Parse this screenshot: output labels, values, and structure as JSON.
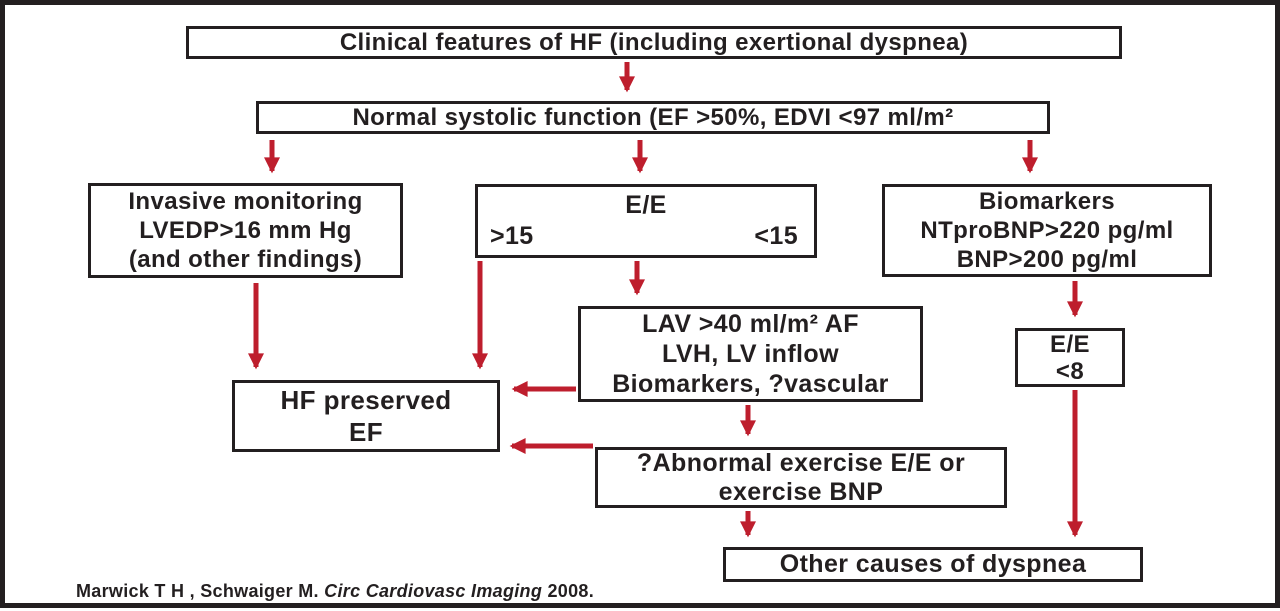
{
  "colors": {
    "arrow": "#be1e2d",
    "border": "#231f20",
    "background": "#ffffff",
    "text": "#231f20"
  },
  "nodes": {
    "clinical": {
      "text": "Clinical features of HF (including exertional dyspnea)"
    },
    "normal_systolic": {
      "text": "Normal systolic function (EF >50%, EDVI <97 ml/m²"
    },
    "invasive": {
      "lines": [
        "Invasive monitoring",
        "LVEDP>16 mm Hg",
        "(and other findings)"
      ]
    },
    "ee_ratio": {
      "title": "E/E",
      "left_value": ">15",
      "right_value": "<15"
    },
    "biomarkers": {
      "lines": [
        "Biomarkers",
        "NTproBNP>220 pg/ml",
        "BNP>200 pg/ml"
      ]
    },
    "lav": {
      "lines": [
        "LAV >40 ml/m² AF",
        "LVH, LV inflow",
        "Biomarkers, ?vascular"
      ]
    },
    "ee_low": {
      "lines": [
        "E/E",
        "<8"
      ]
    },
    "hf_preserved": {
      "lines": [
        "HF preserved",
        "EF"
      ]
    },
    "abnormal_exercise": {
      "lines": [
        "?Abnormal exercise E/E or",
        "exercise BNP"
      ]
    },
    "other_causes": {
      "text": "Other causes of dyspnea"
    }
  },
  "edges": [
    {
      "from": "clinical",
      "to": "normal_systolic"
    },
    {
      "from": "normal_systolic",
      "to": "invasive"
    },
    {
      "from": "normal_systolic",
      "to": "ee_ratio"
    },
    {
      "from": "normal_systolic",
      "to": "biomarkers"
    },
    {
      "from": "invasive",
      "to": "hf_preserved"
    },
    {
      "from": "ee_ratio_gt15",
      "to": "hf_preserved"
    },
    {
      "from": "ee_ratio",
      "to": "lav"
    },
    {
      "from": "biomarkers",
      "to": "ee_low"
    },
    {
      "from": "lav",
      "to": "hf_preserved"
    },
    {
      "from": "lav",
      "to": "abnormal_exercise"
    },
    {
      "from": "abnormal_exercise",
      "to": "hf_preserved"
    },
    {
      "from": "abnormal_exercise",
      "to": "other_causes"
    },
    {
      "from": "ee_low",
      "to": "other_causes"
    }
  ],
  "citation": {
    "authors": "Marwick T H , Schwaiger M. ",
    "journal": "Circ Cardiovasc Imaging",
    "year": " 2008."
  }
}
